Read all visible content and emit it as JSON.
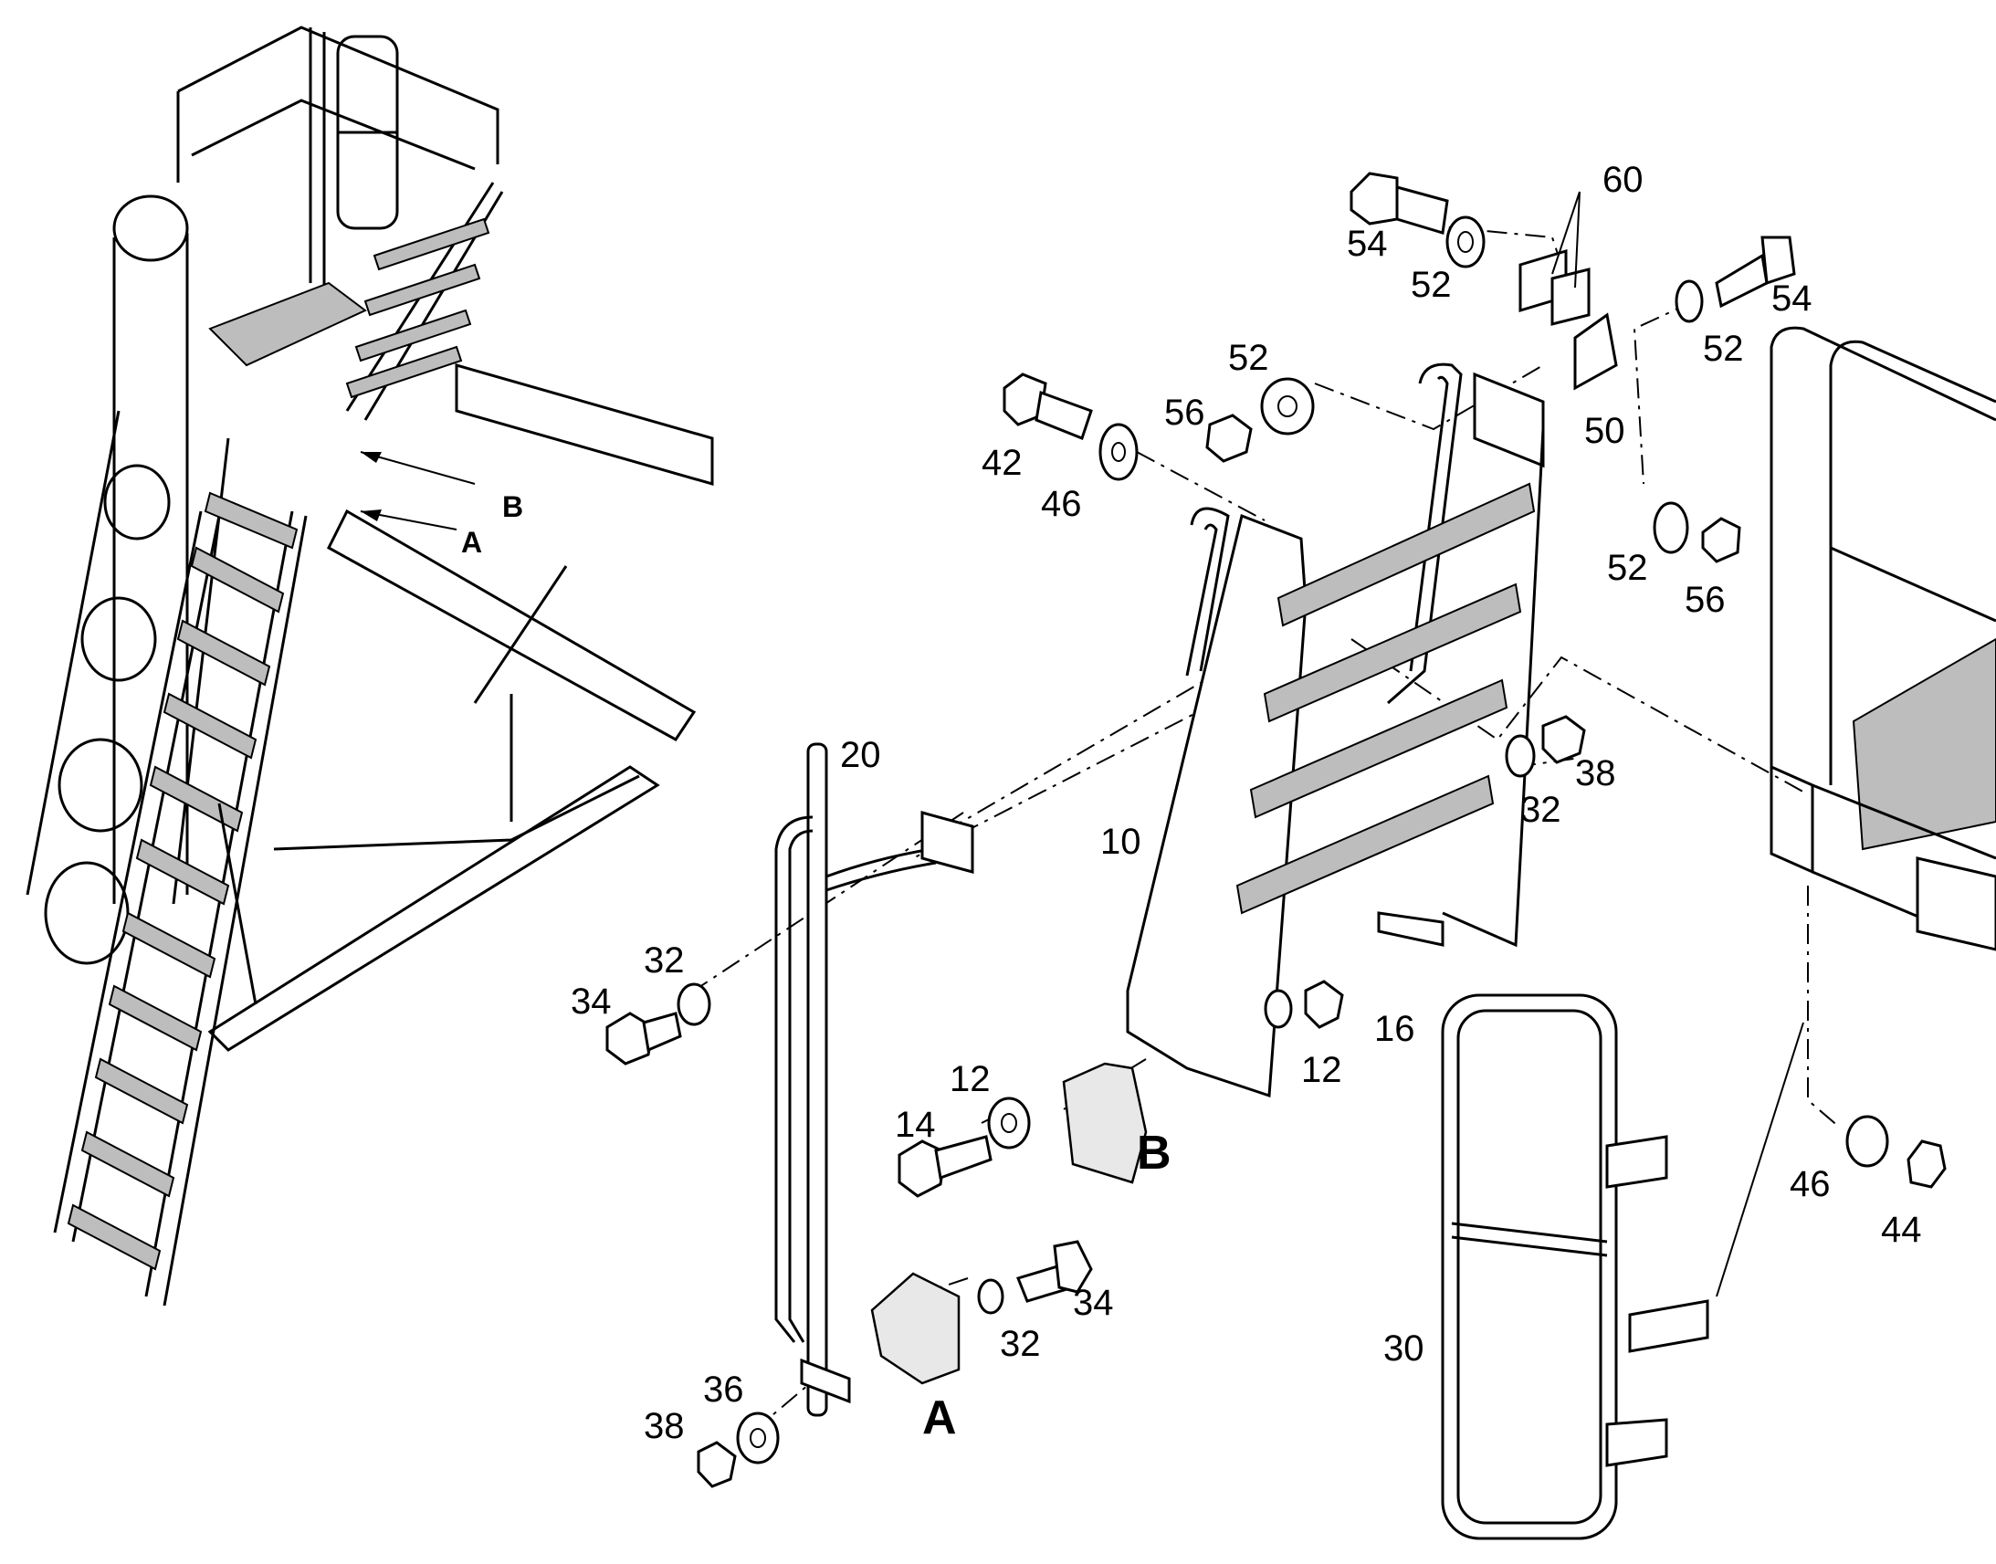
{
  "labels": [
    {
      "id": "l54a",
      "text": "54"
    },
    {
      "id": "l52a",
      "text": "52"
    },
    {
      "id": "l60",
      "text": "60"
    },
    {
      "id": "l54b",
      "text": "54"
    },
    {
      "id": "l52b",
      "text": "52"
    },
    {
      "id": "l50",
      "text": "50"
    },
    {
      "id": "l52c",
      "text": "52"
    },
    {
      "id": "l56a",
      "text": "56"
    },
    {
      "id": "l42",
      "text": "42"
    },
    {
      "id": "l46a",
      "text": "46"
    },
    {
      "id": "l52d",
      "text": "52"
    },
    {
      "id": "l56b",
      "text": "56"
    },
    {
      "id": "l38a",
      "text": "38"
    },
    {
      "id": "l32a",
      "text": "32"
    },
    {
      "id": "l10",
      "text": "10"
    },
    {
      "id": "l20",
      "text": "20"
    },
    {
      "id": "l32b",
      "text": "32"
    },
    {
      "id": "l34a",
      "text": "34"
    },
    {
      "id": "l12a",
      "text": "12"
    },
    {
      "id": "l14",
      "text": "14"
    },
    {
      "id": "l12b",
      "text": "12"
    },
    {
      "id": "l16",
      "text": "16"
    },
    {
      "id": "l46b",
      "text": "46"
    },
    {
      "id": "l44",
      "text": "44"
    },
    {
      "id": "l34b",
      "text": "34"
    },
    {
      "id": "l32c",
      "text": "32"
    },
    {
      "id": "l36",
      "text": "36"
    },
    {
      "id": "l38b",
      "text": "38"
    },
    {
      "id": "l30",
      "text": "30"
    }
  ],
  "detail_labels": {
    "A": "A",
    "B": "B"
  },
  "overview_labels": {
    "A": "A",
    "B": "B"
  }
}
